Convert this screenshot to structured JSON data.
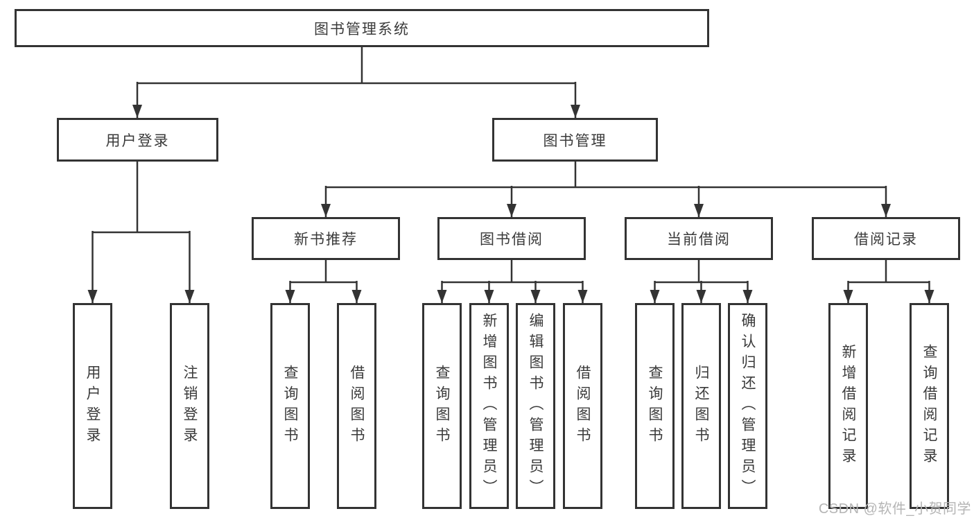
{
  "diagram": {
    "root": {
      "label": "图书管理系统"
    },
    "level2": [
      {
        "label": "用户登录"
      },
      {
        "label": "图书管理"
      }
    ],
    "level3": [
      {
        "label": "新书推荐"
      },
      {
        "label": "图书借阅"
      },
      {
        "label": "当前借阅"
      },
      {
        "label": "借阅记录"
      }
    ],
    "leaves": {
      "user_login": [
        "用户登录",
        "注销登录"
      ],
      "new_book": [
        "查询图书",
        "借阅图书"
      ],
      "book_borrow": [
        "查询图书",
        "新增图书（管理员）",
        "编辑图书（管理员）",
        "借阅图书"
      ],
      "current_borrow": [
        "查询图书",
        "归还图书",
        "确认归还（管理员）"
      ],
      "borrow_record": [
        "新增借阅记录",
        "查询借阅记录"
      ]
    },
    "colors": {
      "line": "#333333",
      "text": "#3a3a3a",
      "background": "#ffffff",
      "watermark": "#b5b5b5"
    },
    "watermark": "CSDN @软件_小贺同学"
  }
}
